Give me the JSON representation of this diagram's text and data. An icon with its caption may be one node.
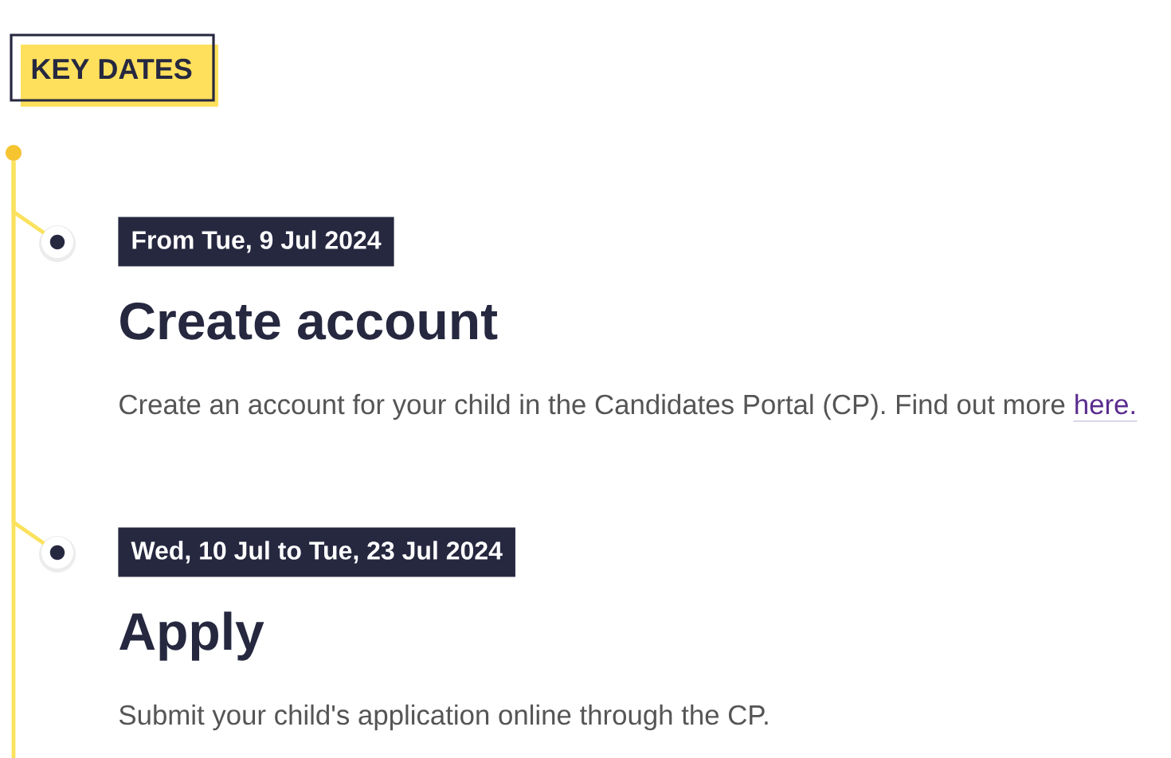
{
  "diagram": {
    "title": "KEY DATES",
    "nodes": [
      {
        "text": [],
        "shape": "circle"
      },
      {
        "text": [],
        "shape": "circle"
      },
      {
        "text": [
          "From Tue, 9 Jul 2024"
        ]
      },
      {
        "text": [],
        "shape": "circle"
      },
      {
        "text": [
          "Wed, 10 Jul to Tue, 23 Jul 2024"
        ]
      }
    ],
    "edges": [
      {
        "from": 0,
        "to": 1,
        "arrow": "none"
      },
      {
        "from": 0,
        "to": 3,
        "arrow": "none"
      },
      {
        "from": 0,
        "to": null,
        "arrow": "none"
      }
    ],
    "labels": [
      "Create account",
      "Create an account for your child in the Candidates Portal (CP). Find out more",
      "here.",
      "Apply",
      "Submit your child's application online through the CP."
    ]
  }
}
